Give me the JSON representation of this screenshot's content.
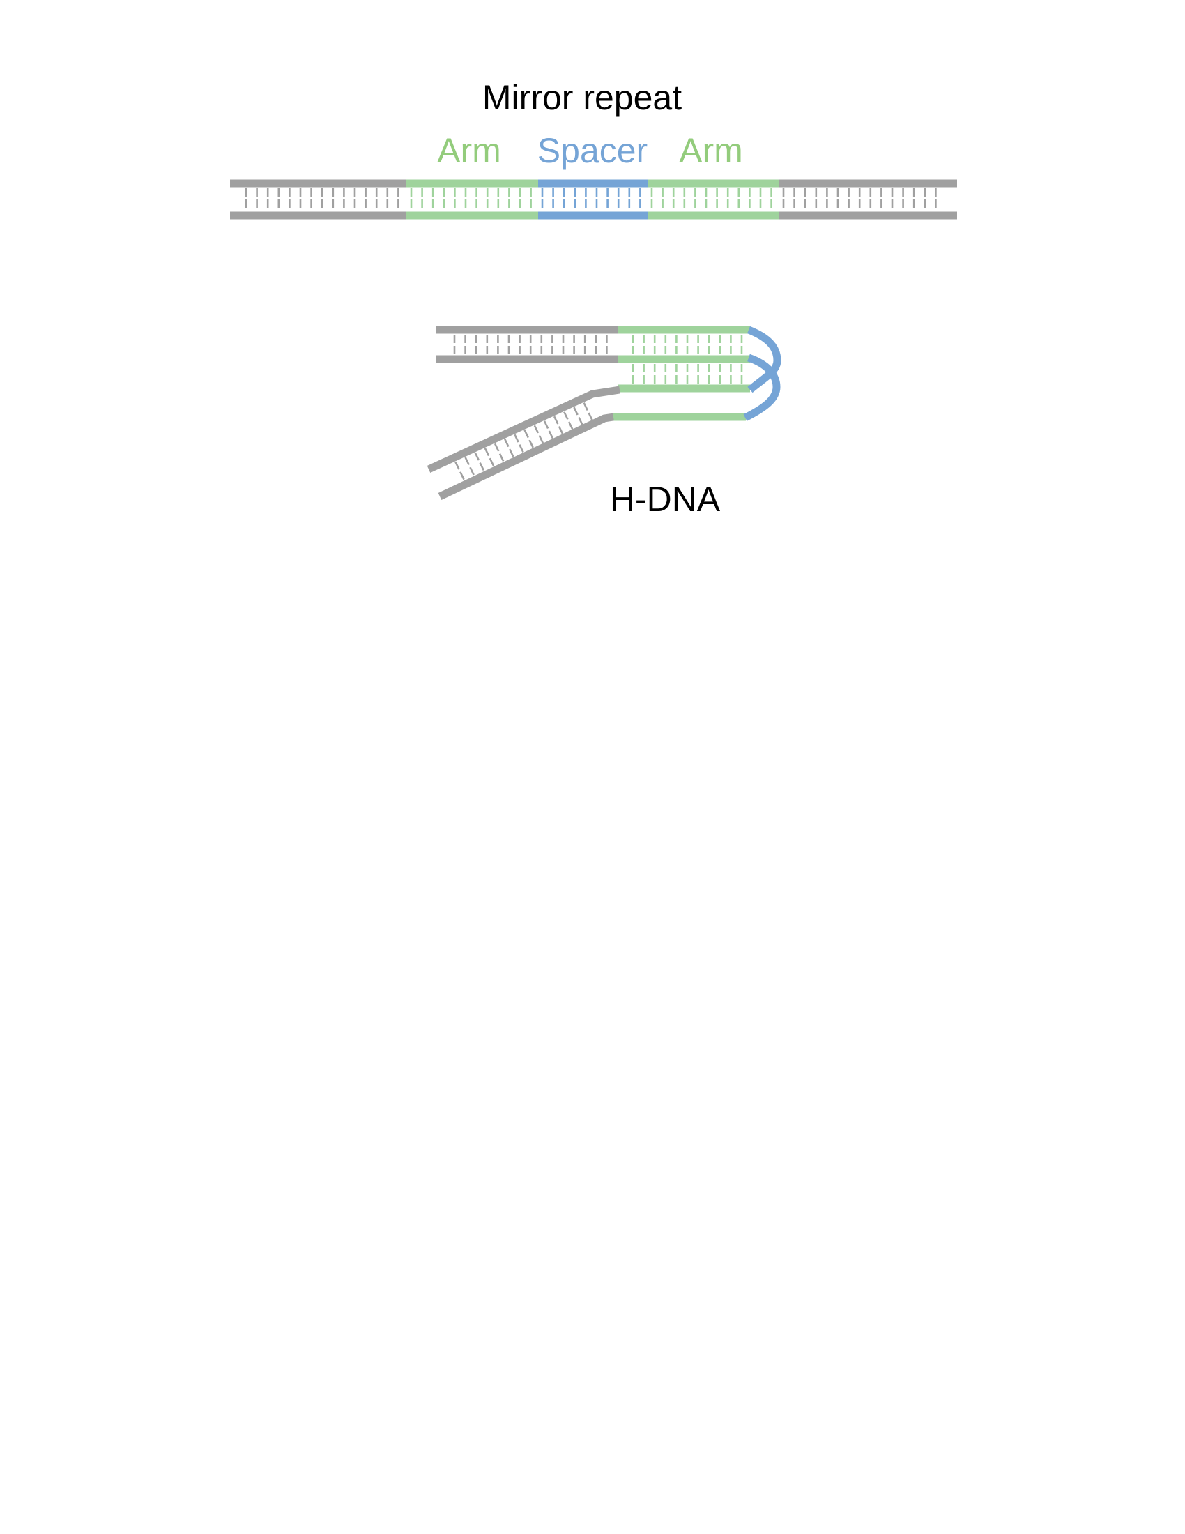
{
  "colors": {
    "dna": "#a0a0a0",
    "arm": "#9fd39c",
    "spacer": "#75a4d6",
    "arm_label": "#93cc7c",
    "spacer_label": "#75a4d6",
    "title": "#000000",
    "background": "#ffffff"
  },
  "mirror_repeat": {
    "title": "Mirror repeat",
    "labels": {
      "arm_left": "Arm",
      "spacer": "Spacer",
      "arm_right": "Arm"
    },
    "segments": [
      "flank",
      "arm",
      "spacer",
      "arm",
      "flank"
    ]
  },
  "h_dna": {
    "label": "H-DNA"
  }
}
